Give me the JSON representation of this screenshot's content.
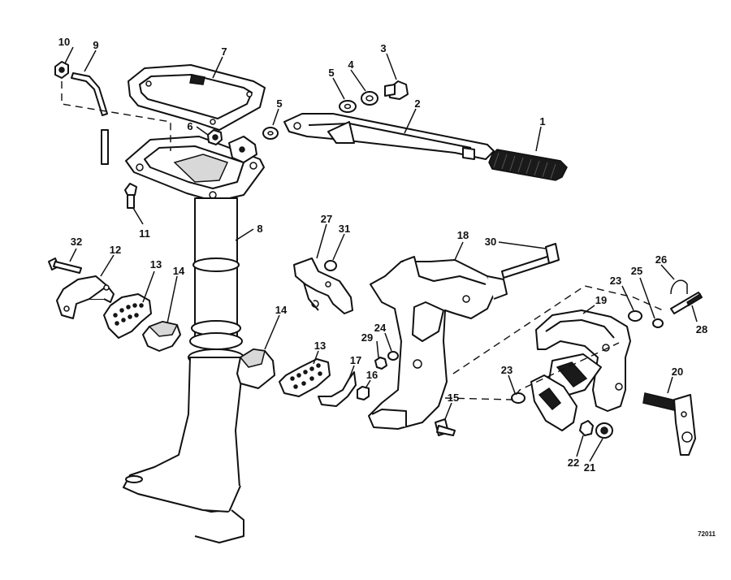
{
  "diagram_code": "72011",
  "callouts": [
    {
      "id": "1",
      "label": "1"
    },
    {
      "id": "2",
      "label": "2"
    },
    {
      "id": "3",
      "label": "3"
    },
    {
      "id": "4",
      "label": "4"
    },
    {
      "id": "5a",
      "label": "5"
    },
    {
      "id": "5b",
      "label": "5"
    },
    {
      "id": "6",
      "label": "6"
    },
    {
      "id": "7",
      "label": "7"
    },
    {
      "id": "8",
      "label": "8"
    },
    {
      "id": "9",
      "label": "9"
    },
    {
      "id": "10",
      "label": "10"
    },
    {
      "id": "11",
      "label": "11"
    },
    {
      "id": "12",
      "label": "12"
    },
    {
      "id": "13a",
      "label": "13"
    },
    {
      "id": "13b",
      "label": "13"
    },
    {
      "id": "14a",
      "label": "14"
    },
    {
      "id": "14b",
      "label": "14"
    },
    {
      "id": "15",
      "label": "15"
    },
    {
      "id": "16",
      "label": "16"
    },
    {
      "id": "17",
      "label": "17"
    },
    {
      "id": "18",
      "label": "18"
    },
    {
      "id": "19",
      "label": "19"
    },
    {
      "id": "20",
      "label": "20"
    },
    {
      "id": "21",
      "label": "21"
    },
    {
      "id": "22",
      "label": "22"
    },
    {
      "id": "23a",
      "label": "23"
    },
    {
      "id": "23b",
      "label": "23"
    },
    {
      "id": "24",
      "label": "24"
    },
    {
      "id": "25",
      "label": "25"
    },
    {
      "id": "26",
      "label": "26"
    },
    {
      "id": "27",
      "label": "27"
    },
    {
      "id": "28",
      "label": "28"
    },
    {
      "id": "29",
      "label": "29"
    },
    {
      "id": "30",
      "label": "30"
    },
    {
      "id": "31",
      "label": "31"
    },
    {
      "id": "32",
      "label": "32"
    }
  ]
}
